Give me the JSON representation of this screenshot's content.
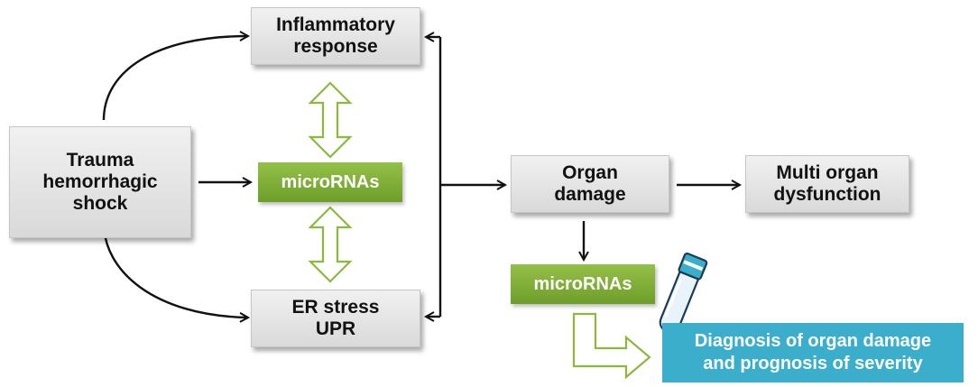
{
  "colors": {
    "box_fill": "#e4e4e4",
    "mirna_fill": "#80b03a",
    "diagnosis_fill": "#3aaecb",
    "outline_arrow": "#8cb83e",
    "connector": "#111111",
    "tube_cap": "#3aaecb"
  },
  "nodes": {
    "trauma": "Trauma\nhemorrhagic\nshock",
    "inflammatory": "Inflammatory\nresponse",
    "mirna_center": "microRNAs",
    "er_stress": "ER stress\nUPR",
    "organ_damage": "Organ\ndamage",
    "multi_organ": "Multi organ\ndysfunction",
    "mirna_biomarker": "microRNAs",
    "diagnosis": "Diagnosis of organ damage\nand prognosis of severity"
  },
  "icons": {
    "sample_tube": "test-tube-icon"
  }
}
